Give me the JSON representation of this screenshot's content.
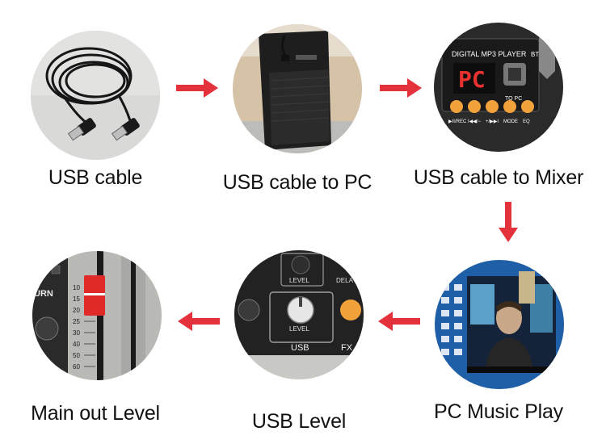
{
  "steps": [
    {
      "id": "usb-cable",
      "label": "USB cable"
    },
    {
      "id": "usb-to-pc",
      "label": "USB cable to PC"
    },
    {
      "id": "usb-to-mixer",
      "label": "USB cable to Mixer"
    },
    {
      "id": "pc-music-play",
      "label": "PC Music Play"
    },
    {
      "id": "usb-level",
      "label": "USB Level"
    },
    {
      "id": "main-out-level",
      "label": "Main out Level"
    }
  ],
  "photo_text": {
    "mixer_display_title": "DIGITAL MP3 PLAYER",
    "mixer_display_value": "PC",
    "mixer_to_pc": "TO PC",
    "mixer_buttons": [
      "▶II/REC",
      "I◀◀/−",
      "+/▶▶I",
      "MODE",
      "EQ"
    ],
    "mixer_bt": "BT",
    "usb_knob_label": "LEVEL",
    "usb_section": "USB",
    "usb_fx": "FX",
    "usb_dela": "DELA",
    "fader_scale": [
      "10",
      "15",
      "20",
      "25",
      "30",
      "40",
      "50",
      "60"
    ],
    "fader_turn": "URN"
  },
  "colors": {
    "arrow": "#e3323b",
    "caption": "#111111",
    "panel_dark": "#1c1c1c",
    "fader_red": "#e02a2a",
    "knob_orange": "#f2a23a"
  }
}
